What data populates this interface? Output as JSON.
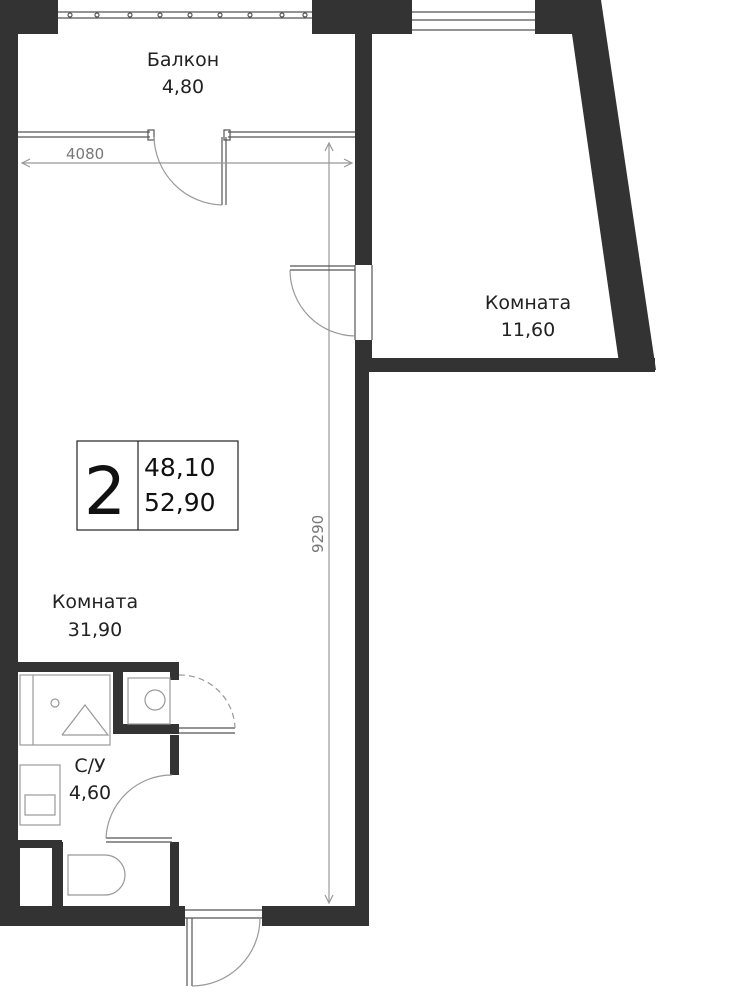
{
  "rooms": {
    "balcony": {
      "name": "Балкон",
      "area": "4,80"
    },
    "bedroom": {
      "name": "Комната",
      "area": "11,60"
    },
    "living": {
      "name": "Комната",
      "area": "31,90"
    },
    "bathroom": {
      "name": "С/У",
      "area": "4,60"
    }
  },
  "dimensions": {
    "width": "4080",
    "height": "9290"
  },
  "badge": {
    "rooms_count": "2",
    "living_area": "48,10",
    "total_area": "52,90"
  },
  "colors": {
    "wall": "#333333",
    "line": "#555555",
    "fixture": "#999999",
    "text": "#222222"
  }
}
